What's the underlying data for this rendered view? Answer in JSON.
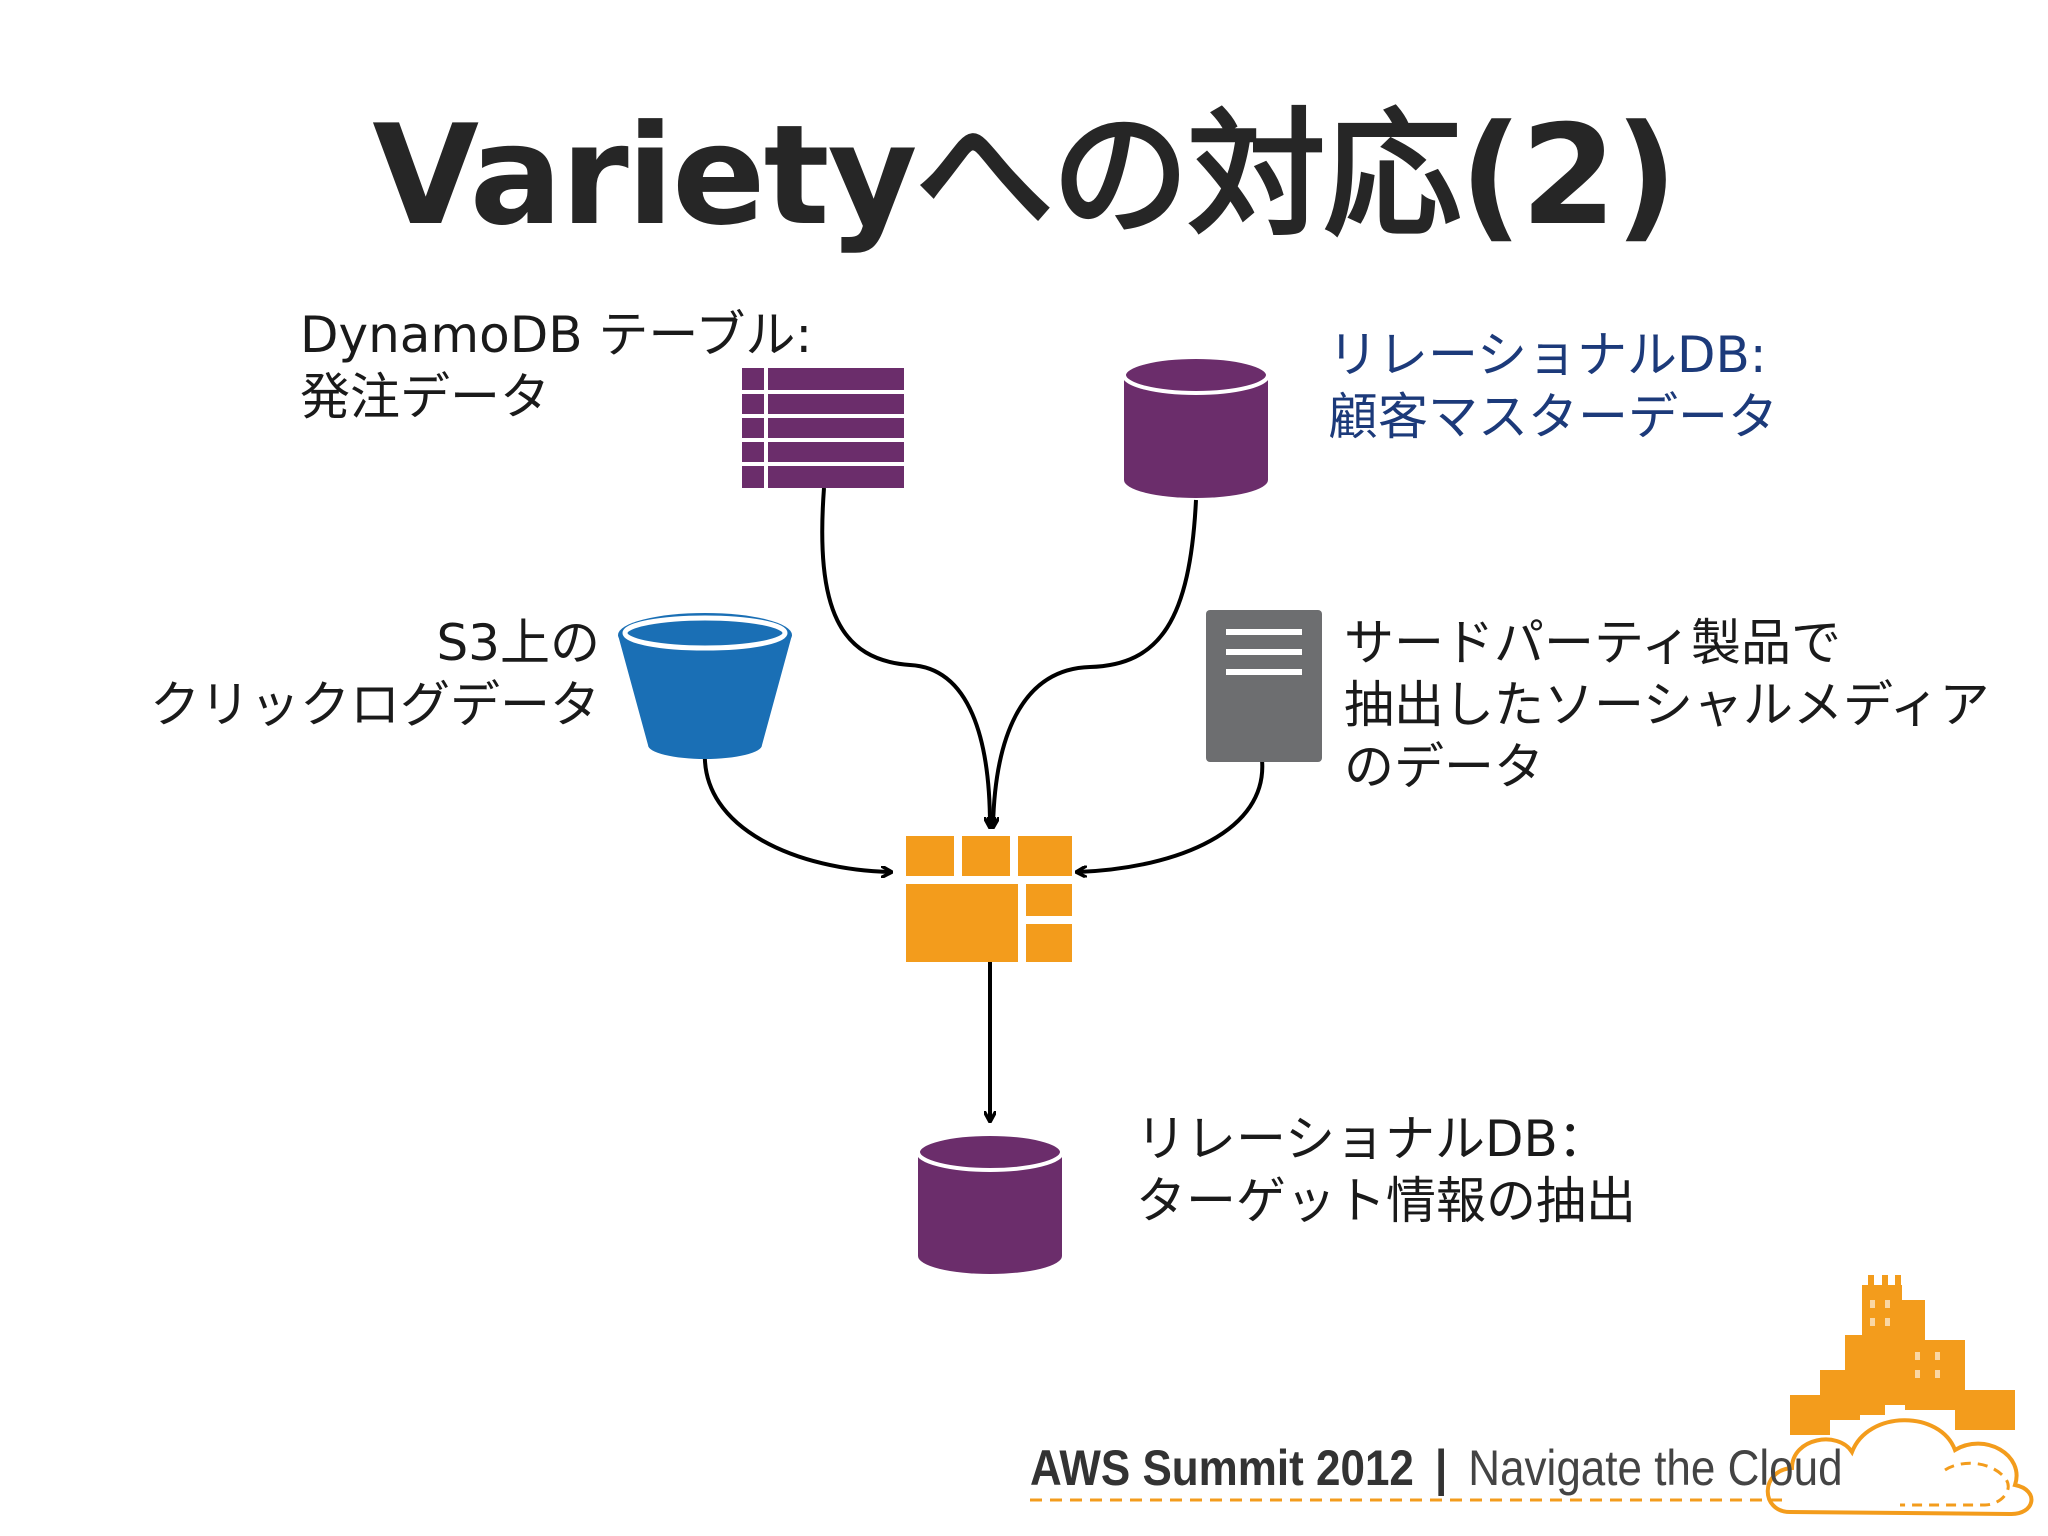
{
  "title": "Varietyへの対応(2)",
  "nodes": {
    "dynamodb": {
      "label_line1": "DynamoDB テーブル:",
      "label_line2": "発注データ",
      "color": "#6b2d6b"
    },
    "relational_source": {
      "label_line1": "リレーショナルDB:",
      "label_line2": "顧客マスターデータ",
      "color": "#6b2d6b",
      "text_color": "#1c3a7a"
    },
    "s3": {
      "label_line1": "S3上の",
      "label_line2": "クリックログデータ",
      "color": "#1a6fb5"
    },
    "third_party": {
      "label_line1": "サードパーティ製品で",
      "label_line2": "抽出したソーシャルメディア",
      "label_line3": "のデータ",
      "color": "#6d6e70"
    },
    "emr": {
      "color": "#f39c1c"
    },
    "relational_target": {
      "label_line1": "リレーショナルDB：",
      "label_line2": "ターゲット情報の抽出",
      "color": "#6b2d6b"
    }
  },
  "footer": {
    "brand": "AWS Summit 2012",
    "separator": "|",
    "tagline": "Navigate the Cloud",
    "accent": "#f39c1c"
  }
}
